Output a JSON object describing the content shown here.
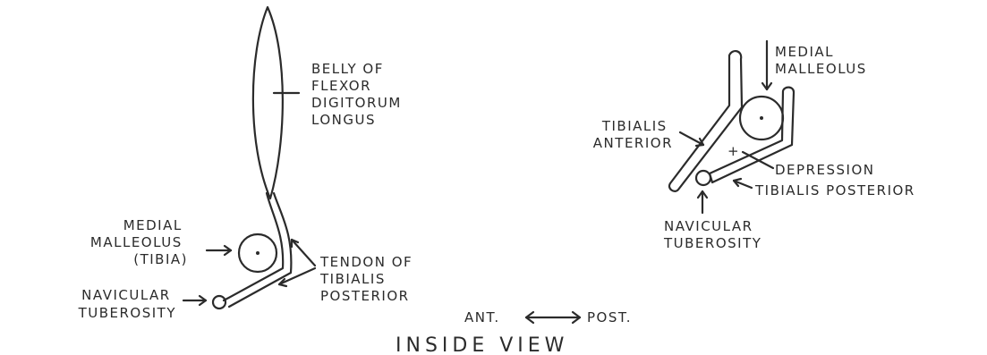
{
  "left_figure": {
    "belly_label": [
      "BELLY OF",
      "FLEXOR",
      "DIGITORUM",
      "LONGUS"
    ],
    "malleolus_label": [
      "MEDIAL",
      "MALLEOLUS",
      "(TIBIA)"
    ],
    "tendon_label": [
      "TENDON OF",
      "TIBIALIS",
      "POSTERIOR"
    ],
    "navicular_label": [
      "NAVICULAR",
      "TUBEROSITY"
    ]
  },
  "right_figure": {
    "malleolus_label": [
      "MEDIAL",
      "MALLEOLUS"
    ],
    "tibialis_anterior_label": [
      "TIBIALIS",
      "ANTERIOR"
    ],
    "depression_mark": "+",
    "depression_label": "DEPRESSION",
    "tibialis_posterior_label": "TIBIALIS POSTERIOR",
    "navicular_label": [
      "NAVICULAR",
      "TUBEROSITY"
    ]
  },
  "orientation": {
    "anterior": "ANT.",
    "posterior": "POST."
  },
  "view_title": "INSIDE VIEW"
}
